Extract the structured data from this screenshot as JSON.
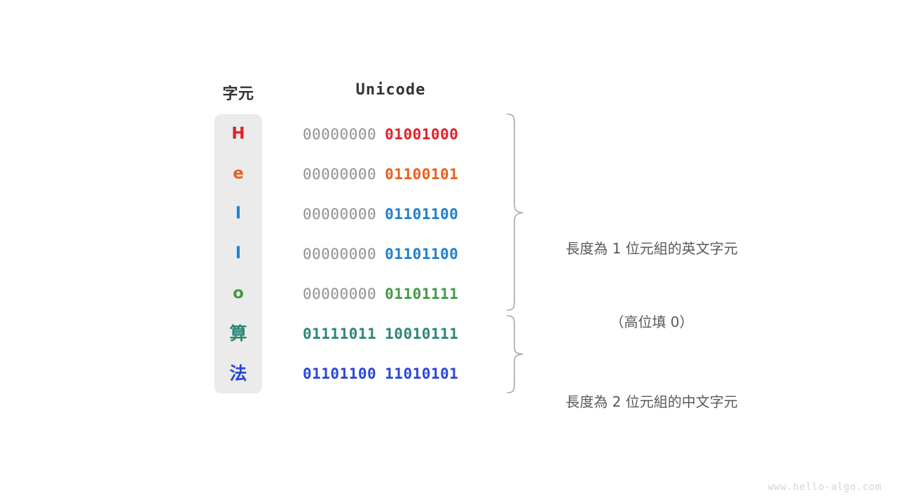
{
  "figure": {
    "headers": {
      "character": "字元",
      "unicode": "Unicode"
    },
    "rows": [
      {
        "char": "H",
        "color": "#e02128",
        "high": "00000000",
        "low": "01001000",
        "cjk": false,
        "group": 1
      },
      {
        "char": "e",
        "color": "#ec5e1a",
        "high": "00000000",
        "low": "01100101",
        "cjk": false,
        "group": 1
      },
      {
        "char": "l",
        "color": "#2080ce",
        "high": "00000000",
        "low": "01101100",
        "cjk": false,
        "group": 1
      },
      {
        "char": "l",
        "color": "#2080ce",
        "high": "00000000",
        "low": "01101100",
        "cjk": false,
        "group": 1
      },
      {
        "char": "o",
        "color": "#459a45",
        "high": "00000000",
        "low": "01101111",
        "cjk": false,
        "group": 1
      },
      {
        "char": "算",
        "color": "#2d8577",
        "high": "01111011",
        "low": "10010111",
        "cjk": true,
        "group": 2
      },
      {
        "char": "法",
        "color": "#2a46d8",
        "high": "01101100",
        "low": "11010101",
        "cjk": true,
        "group": 2
      }
    ],
    "annotations": [
      {
        "line1": "長度為 1 位元組的英文字元",
        "line2": "（高位填 0）"
      },
      {
        "line1": "長度為 2 位元組的中文字元",
        "line2": ""
      }
    ],
    "watermark": "www.hello-algo.com",
    "colors": {
      "background": "#ffffff",
      "column_bg": "#ebebeb",
      "header_text": "#333333",
      "high_bits": "#909090",
      "annotation_text": "#595959",
      "brace_stroke": "#a8a8a8",
      "watermark": "#d4d4d4"
    }
  }
}
